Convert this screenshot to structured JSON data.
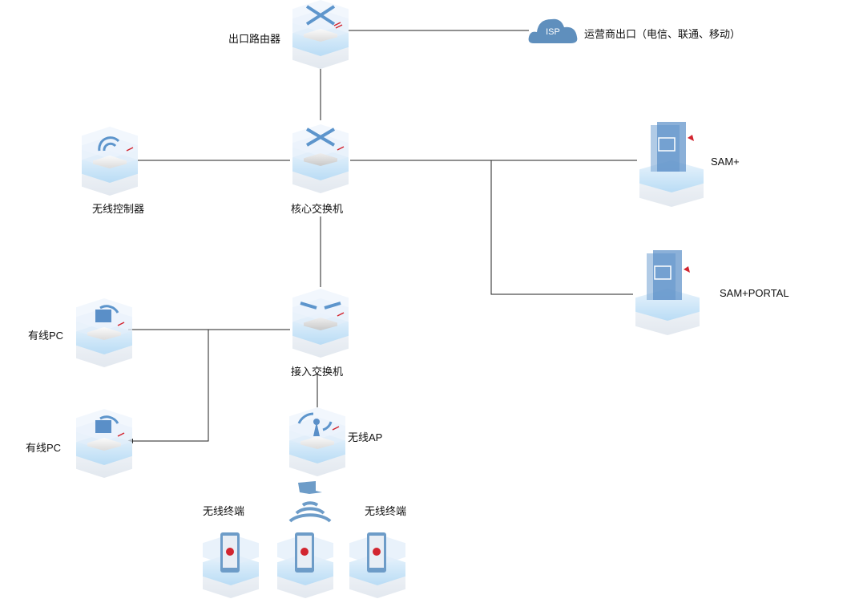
{
  "nodes": {
    "router": {
      "label": "出口路由器",
      "icon": "router-icon"
    },
    "isp": {
      "label": "运营商出口（电信、联通、移动）",
      "cloud_text": "ISP",
      "icon": "cloud-icon"
    },
    "wireless_controller": {
      "label": "无线控制器",
      "icon": "wireless-controller-icon"
    },
    "core_switch": {
      "label": "核心交换机",
      "icon": "switch-icon"
    },
    "sam": {
      "label": "SAM+",
      "icon": "server-icon"
    },
    "sam_portal": {
      "label": "SAM+PORTAL",
      "icon": "server-icon"
    },
    "access_switch": {
      "label": "接入交换机",
      "icon": "switch-icon"
    },
    "wired_pc_1": {
      "label": "有线PC",
      "icon": "pc-icon"
    },
    "wired_pc_2": {
      "label": "有线PC",
      "icon": "pc-icon"
    },
    "wireless_ap": {
      "label": "无线AP",
      "icon": "access-point-icon"
    },
    "terminal_left": {
      "label": "无线终端",
      "icon": "tablet-icon"
    },
    "terminal_right": {
      "label": "无线终端",
      "icon": "tablet-icon"
    }
  },
  "colors": {
    "line": "#222222",
    "device_blue": "#4a86c5",
    "accent_red": "#d2252f",
    "cloud": "#5f8fbd"
  }
}
